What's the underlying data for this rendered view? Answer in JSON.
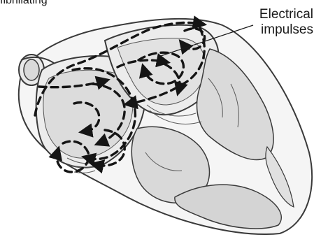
{
  "figure": {
    "clipped_top_text": "fibrillating",
    "annotation": {
      "line1": "Electrical",
      "line2": "impulses"
    }
  },
  "colors": {
    "outline": "#3a3a3a",
    "chamber_fill": "#d9d9d9",
    "wall_fill": "#ececec",
    "arrow": "#151515"
  },
  "icons": [
    "heart-illustration",
    "arrow-circuit"
  ]
}
